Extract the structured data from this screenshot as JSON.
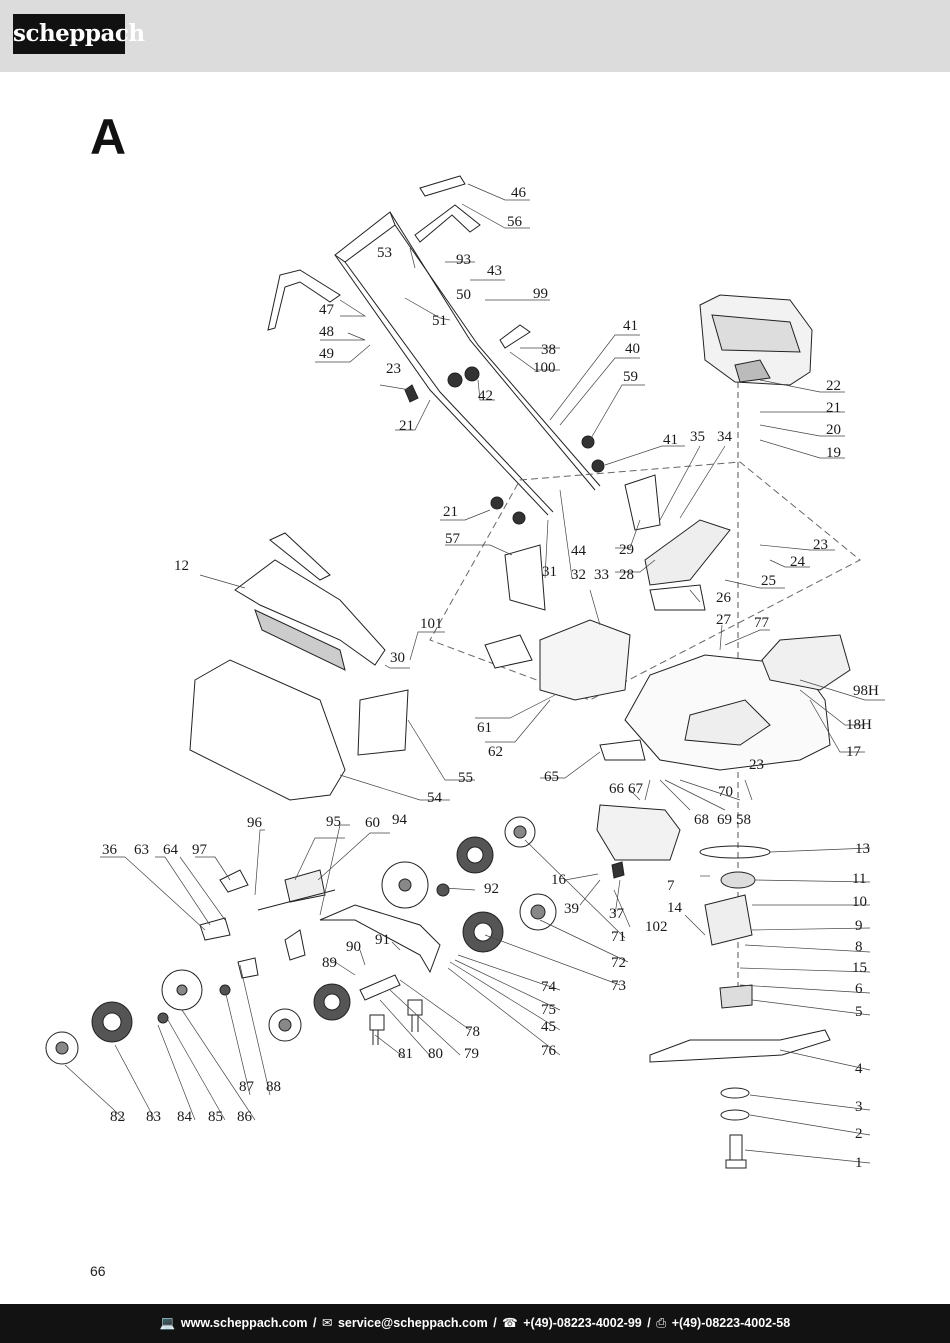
{
  "header": {
    "logo_text": "scheppach"
  },
  "section_letter": "A",
  "page_number": "66",
  "footer": {
    "web_icon": "computer-icon",
    "web": "www.scheppach.com",
    "mail_icon": "envelope-icon",
    "mail": "service@scheppach.com",
    "phone_icon": "telephone-icon",
    "phone": "+(49)-08223-4002-99",
    "fax_icon": "fax-icon",
    "fax": "+(49)-08223-4002-58",
    "separator": "/"
  },
  "diagram": {
    "title": "",
    "part_labels": [
      "1",
      "2",
      "3",
      "4",
      "5",
      "6",
      "7",
      "8",
      "9",
      "10",
      "11",
      "12",
      "13",
      "14",
      "15",
      "16",
      "17",
      "18H",
      "19",
      "20",
      "21",
      "22",
      "23",
      "24",
      "25",
      "26",
      "27",
      "28",
      "29",
      "30",
      "31",
      "32",
      "33",
      "34",
      "35",
      "36",
      "37",
      "38",
      "39",
      "40",
      "41",
      "42",
      "43",
      "44",
      "45",
      "46",
      "47",
      "48",
      "49",
      "50",
      "51",
      "53",
      "54",
      "55",
      "56",
      "57",
      "58",
      "59",
      "60",
      "61",
      "62",
      "63",
      "64",
      "65",
      "66",
      "67",
      "68",
      "69",
      "70",
      "71",
      "72",
      "73",
      "74",
      "75",
      "76",
      "77",
      "78",
      "79",
      "80",
      "81",
      "82",
      "83",
      "84",
      "85",
      "86",
      "87",
      "88",
      "89",
      "90",
      "91",
      "92",
      "93",
      "94",
      "95",
      "96",
      "97",
      "98H",
      "99",
      "100",
      "101",
      "102"
    ]
  }
}
